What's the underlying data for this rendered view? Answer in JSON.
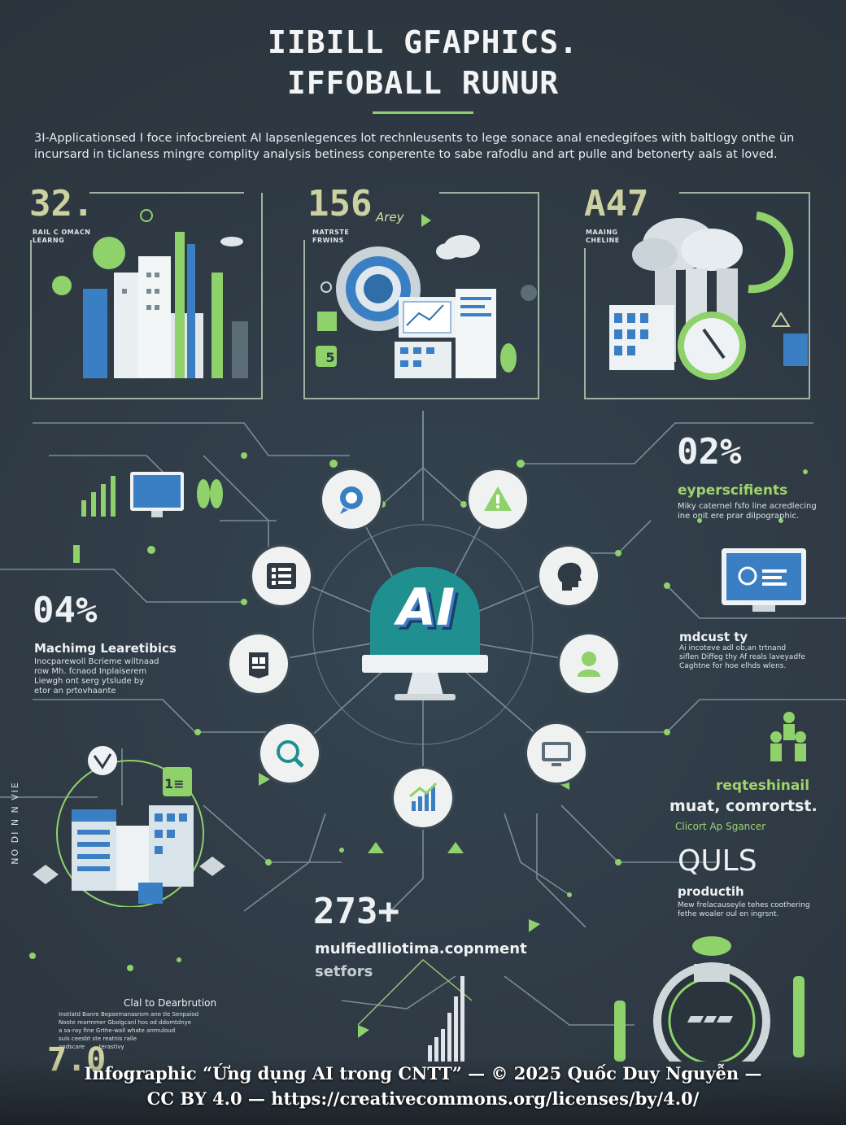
{
  "header": {
    "title_line1": "IIBILL GFAPHICS.",
    "title_line2": "IFFOBALL RUNUR",
    "intro": "3I-Applicationsed I foce infocbreient AI lapsenlegences lot rechnleusents to lege sonace anal enedegifoes with baltlogy onthe ün incursard in ticlaness mingre complity analysis betiness conperente to sabe rafodlu and art pulle and betonerty aals at loved."
  },
  "panels": [
    {
      "stat": "32.",
      "sub": "RAIL C OMACN\nLEARNG",
      "extra": ""
    },
    {
      "stat": "156",
      "sub": "MATRSTE\nFRWINS",
      "extra": "Arey"
    },
    {
      "stat": "A47",
      "sub": "MAAING\nCHELINE",
      "extra": ""
    }
  ],
  "hub": {
    "label": "AI"
  },
  "right_top": {
    "stat": "02%",
    "head": "eyperscifients",
    "text": "Miky caternel fsfo line acredlecing\nine onit ere prar dilpographic."
  },
  "right_mid": {
    "head": "mdcust ty",
    "text": "Ai incoteve adl ob,an trtnand\nsiflen Diffeg thy Af reals laveyadfe\nCaghtne for hoe elhds wlens."
  },
  "left_mid": {
    "stat": "04%",
    "head": "Machimg Learetibics",
    "text": "Inocparewoll Bcrieme wiltnaad\nrow Mh. fcnaod Inplaiserem\nLiewgh ont serg ytslude by\netor an prtovhaante"
  },
  "right_low": {
    "green1": "reqteshinail",
    "head": "muat, comrortst.",
    "sub": "Clicort Ap Sgancer",
    "stat": "QULS",
    "head2": "productih",
    "text": "Mew frelacauseyle tehes coothering\nfethe woaler oul en ingrsnt."
  },
  "bottom_center": {
    "stat": "273+",
    "line1": "mulfiedlliotima.copnment",
    "line2": "setfors"
  },
  "bottom_left": {
    "head": "Clal to Dearbrution",
    "vertical": "NO DI N N VIE",
    "text": "Inotlatd Banre Bepsemanasrom ane tle Senpaiod\nNoote rearmmer Gbolgcanl hos od ddomtdnye\na sa-ray fine Grthe-wall whate anmuloud\nsuis ceesbt ste reatnis ralle\nandscare        terastivy",
    "big": "7.0"
  },
  "small": {
    "node_label_5": "5",
    "building_tag": "1≡"
  },
  "footer": {
    "line1": "Infographic “Ứng dụng AI trong CNTT” — © 2025 Quốc Duy Nguyễn —",
    "line2": "CC BY 4.0 — https://creativecommons.org/licenses/by/4.0/"
  },
  "colors": {
    "background": "#2f3a44",
    "accent_green": "#8fd16a",
    "teal": "#1f8f8f",
    "blue": "#3a7fc4"
  }
}
